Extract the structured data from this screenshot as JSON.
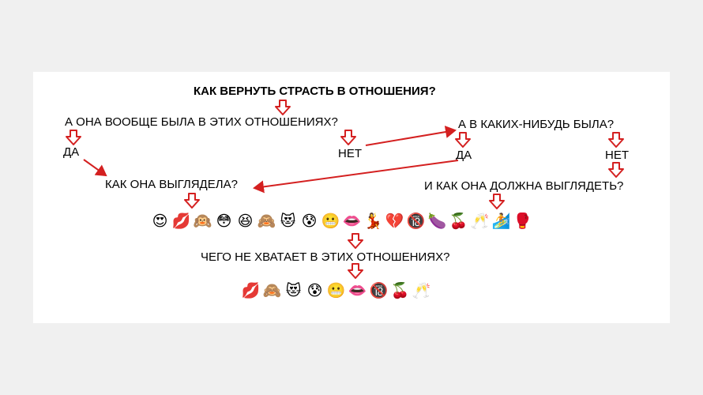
{
  "colors": {
    "arrow": "#d42020",
    "card": "#ffffff",
    "background": "#f0f0f0"
  },
  "diagram": {
    "title": "КАК ВЕРНУТЬ СТРАСТЬ В ОТНОШЕНИЯ?",
    "q1": "А ОНА ВООБЩЕ БЫЛА В ЭТИХ ОТНОШЕНИЯХ?",
    "yes1": "ДА",
    "no1": "НЕТ",
    "q2": "А В КАКИХ-НИБУДЬ БЫЛА?",
    "yes2": "ДА",
    "no2": "НЕТ",
    "q_look": "КАК ОНА ВЫГЛЯДЕЛА?",
    "q_should": "И КАК ОНА ДОЛЖНА ВЫГЛЯДЕТЬ?",
    "q_missing": "ЧЕГО НЕ ХВАТАЕТ В ЭТИХ ОТНОШЕНИЯХ?",
    "emoji_row1": [
      "😍",
      "💋",
      "🙉",
      "😳",
      "😆",
      "🙈",
      "😻",
      "😰",
      "😬",
      "👄",
      "💃",
      "💔",
      "🔞",
      "🍆",
      "🍒",
      "🥂",
      "🏄",
      "🥊"
    ],
    "emoji_row2": [
      "💋",
      "🙈",
      "😻",
      "😰",
      "😬",
      "👄",
      "🔞",
      "🍒",
      "🥂"
    ]
  }
}
